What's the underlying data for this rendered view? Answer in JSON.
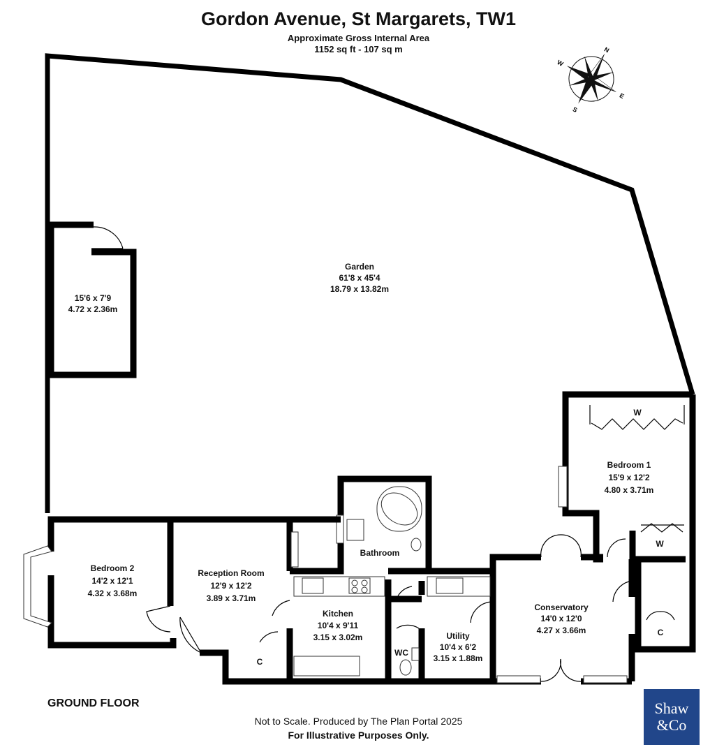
{
  "header": {
    "title": "Gordon Avenue, St Margarets, TW1",
    "area_label": "Approximate Gross Internal Area",
    "area_value": "1152 sq ft - 107 sq m"
  },
  "compass": {
    "north": "N",
    "south": "S",
    "east": "E",
    "west": "W"
  },
  "rooms": {
    "garden": {
      "name": "Garden",
      "imperial": "61'8 x 45'4",
      "metric": "18.79 x 13.82m"
    },
    "outbuilding": {
      "imperial": "15'6 x 7'9",
      "metric": "4.72 x 2.36m"
    },
    "bedroom1": {
      "name": "Bedroom 1",
      "imperial": "15'9 x 12'2",
      "metric": "4.80 x 3.71m"
    },
    "bedroom2": {
      "name": "Bedroom 2",
      "imperial": "14'2 x 12'1",
      "metric": "4.32 x 3.68m"
    },
    "reception": {
      "name": "Reception Room",
      "imperial": "12'9 x 12'2",
      "metric": "3.89 x 3.71m"
    },
    "kitchen": {
      "name": "Kitchen",
      "imperial": "10'4 x 9'11",
      "metric": "3.15 x 3.02m"
    },
    "bathroom": {
      "name": "Bathroom"
    },
    "wc": {
      "name": "WC"
    },
    "utility": {
      "name": "Utility",
      "imperial": "10'4 x 6'2",
      "metric": "3.15 x 1.88m"
    },
    "conservatory": {
      "name": "Conservatory",
      "imperial": "14'0 x 12'0",
      "metric": "4.27 x 3.66m"
    }
  },
  "markers": {
    "wardrobe": "W",
    "cupboard": "C"
  },
  "floor_label": "GROUND FLOOR",
  "footer": {
    "line1": "Not to Scale. Produced by The Plan Portal 2025",
    "line2": "For Illustrative Purposes Only."
  },
  "logo": {
    "line1": "Shaw",
    "line2": "&Co",
    "color": "#21468a"
  }
}
